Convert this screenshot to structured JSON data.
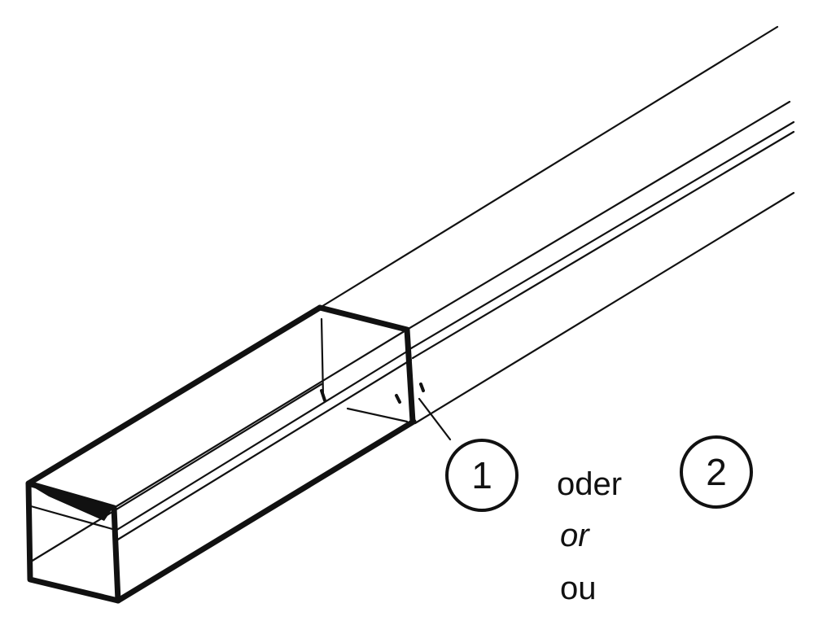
{
  "callouts": {
    "first": "1",
    "second": "2"
  },
  "words": {
    "de": "oder",
    "en": "or",
    "fr": "ou"
  }
}
